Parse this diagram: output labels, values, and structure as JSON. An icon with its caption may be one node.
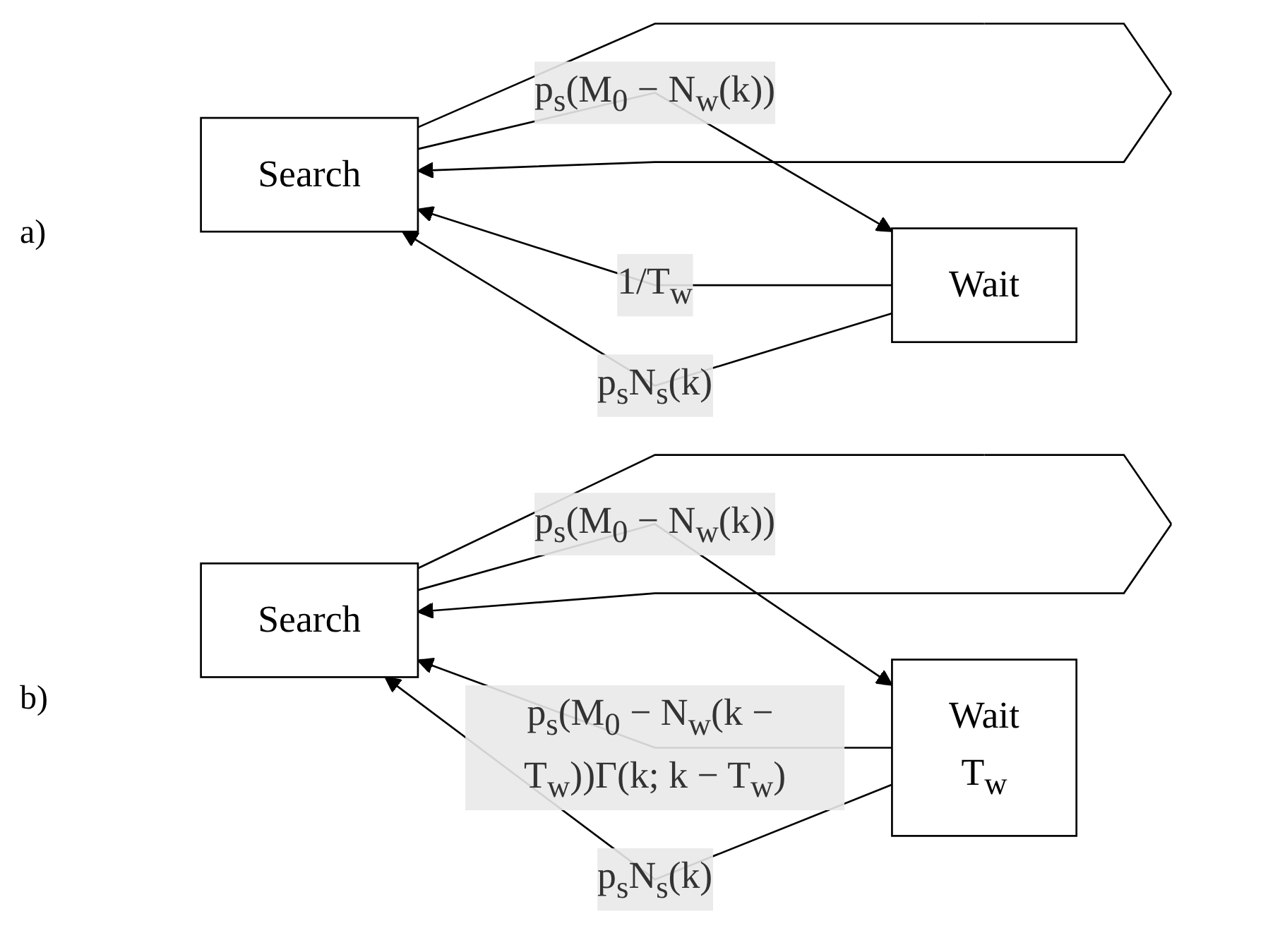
{
  "diagram": {
    "nodes": [
      {
        "text": [
          "Search"
        ]
      },
      {
        "text": [
          "Wait"
        ]
      },
      {
        "text": [
          "Search"
        ]
      },
      {
        "text": [
          "Wait",
          "T$_{w}$"
        ]
      }
    ],
    "edges": [
      {
        "from": 0,
        "to": 0,
        "arrow": "to"
      },
      {
        "from": 1,
        "to": 0,
        "arrow": "to",
        "label": "1/T$_{w}$"
      },
      {
        "from": 0,
        "to": 1,
        "arrow": "to",
        "label": "p$_{s}$(M$_{0}$ − N$_{w}$(k))"
      },
      {
        "from": 1,
        "to": 0,
        "arrow": "to",
        "label": "p$_{s}$N$_{s}$(k)"
      },
      {
        "from": 2,
        "to": 2,
        "arrow": "to"
      },
      {
        "from": 3,
        "to": 2,
        "arrow": "to",
        "label": "p$_{s}$(M$_{0}$ − N$_{w}$(k − T$_{w}$))Γ(k; k − T$_{w}$)"
      },
      {
        "from": 2,
        "to": 3,
        "arrow": "to",
        "label": "p$_{s}$(M$_{0}$ − N$_{w}$(k))"
      },
      {
        "from": 3,
        "to": 2,
        "arrow": "to",
        "label": "p$_{s}$N$_{s}$(k)"
      }
    ],
    "labels": [
      "a)",
      "b)"
    ]
  }
}
